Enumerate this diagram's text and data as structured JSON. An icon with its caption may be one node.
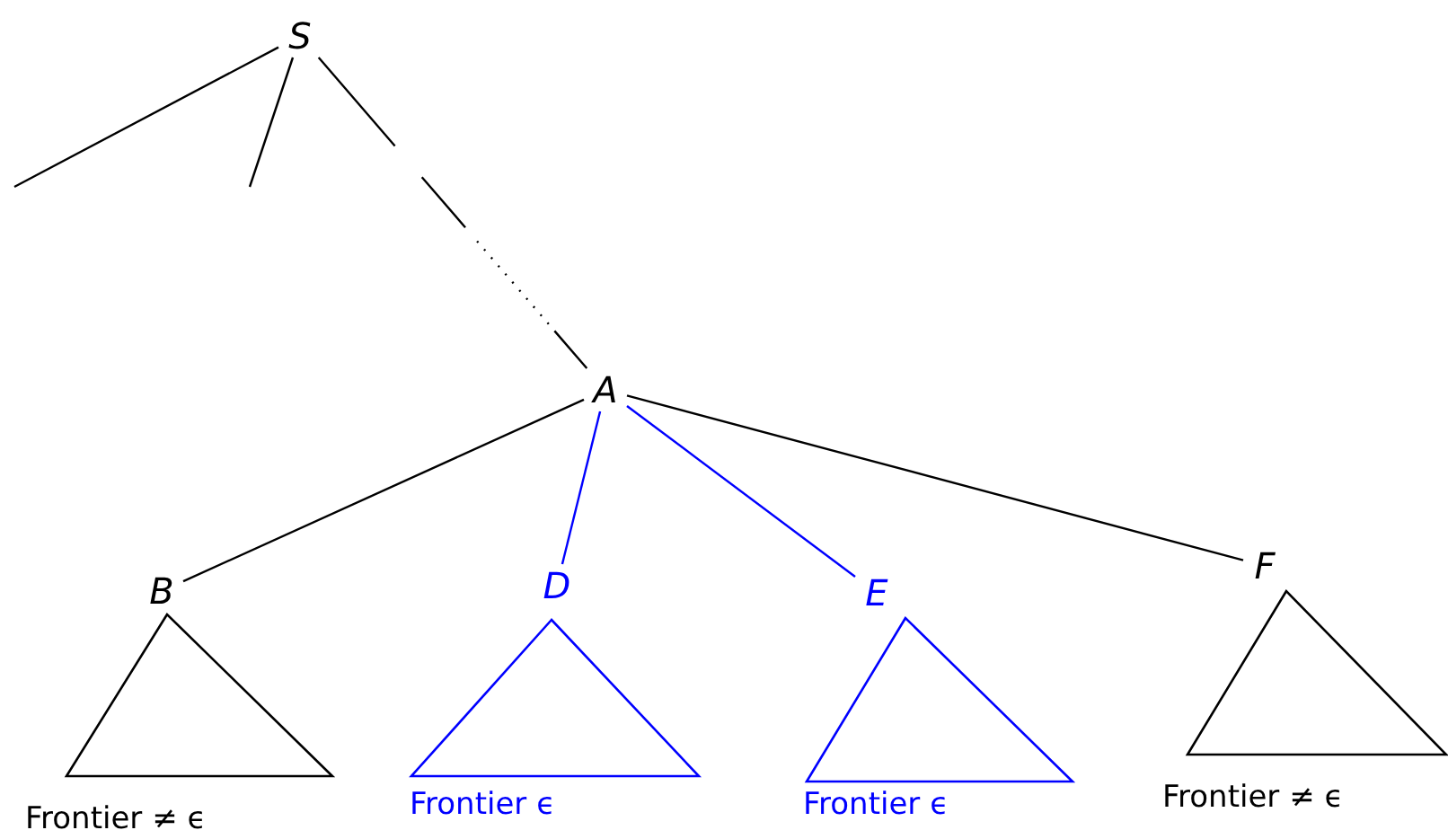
{
  "diagram": {
    "nodes": [
      {
        "text": [
          "S"
        ]
      },
      {
        "text": [
          "A"
        ]
      },
      {
        "text": [
          "B"
        ]
      },
      {
        "text": [
          "D"
        ]
      },
      {
        "text": [
          "E"
        ]
      },
      {
        "text": [
          "F"
        ]
      },
      {
        "text": [],
        "shape": "triangle",
        "beside": [
          "Frontier ≠ ϵ"
        ]
      },
      {
        "text": [],
        "shape": "triangle",
        "beside": [
          "Frontier ϵ"
        ]
      },
      {
        "text": [],
        "shape": "triangle",
        "beside": [
          "Frontier ϵ"
        ]
      },
      {
        "text": [],
        "shape": "triangle",
        "beside": [
          "Frontier ≠ ϵ"
        ]
      }
    ],
    "edges": [
      {
        "from": 0,
        "to": null,
        "arrow": "none"
      },
      {
        "from": 0,
        "to": null,
        "arrow": "none"
      },
      {
        "from": 0,
        "to": 1,
        "arrow": "none",
        "style": "dashed"
      },
      {
        "from": 1,
        "to": 2,
        "arrow": "none"
      },
      {
        "from": 1,
        "to": 3,
        "arrow": "none",
        "color": "#0000ff"
      },
      {
        "from": 1,
        "to": 4,
        "arrow": "none",
        "color": "#0000ff"
      },
      {
        "from": 1,
        "to": 5,
        "arrow": "none"
      }
    ]
  }
}
